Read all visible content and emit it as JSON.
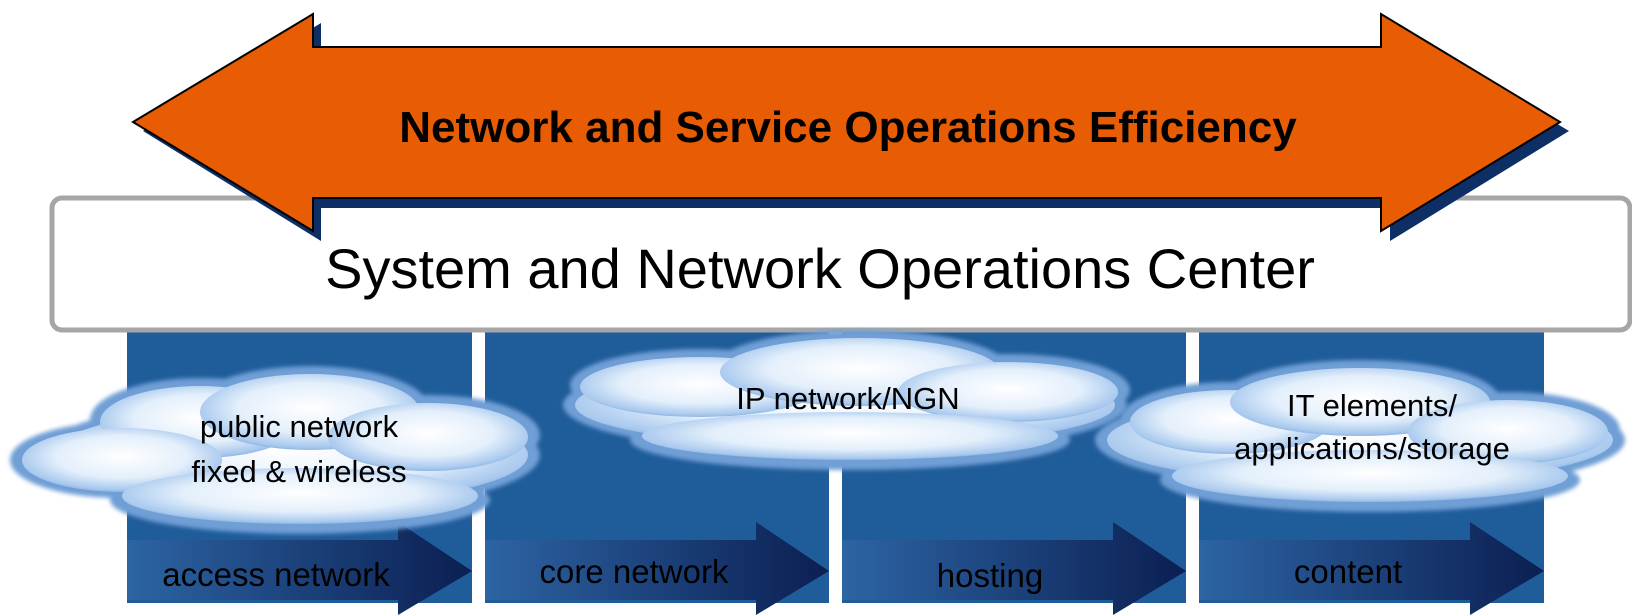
{
  "top_arrow": {
    "label": "Network and Service Operations Efficiency",
    "fill": "#e85d04",
    "outline": "#000000",
    "shadow": "#0d2f66"
  },
  "center_box": {
    "label": "System and Network Operations Center",
    "border": "#a6a6a6"
  },
  "columns": [
    {
      "label": "access network"
    },
    {
      "label": "core network"
    },
    {
      "label": "hosting"
    },
    {
      "label": "content"
    }
  ],
  "clouds": [
    {
      "line1": "public network",
      "line2": "fixed & wireless"
    },
    {
      "line1": "IP network/NGN",
      "line2": ""
    },
    {
      "line1": "IT elements/",
      "line2": "applications/storage"
    }
  ],
  "colors": {
    "column_fill": "#1f5c9a",
    "column_arrow_light": "#2d64a3",
    "column_arrow_dark": "#0b1f52",
    "cloud_light": "#ffffff",
    "cloud_mid": "#cfe3f7",
    "cloud_edge": "#7da9dc"
  }
}
